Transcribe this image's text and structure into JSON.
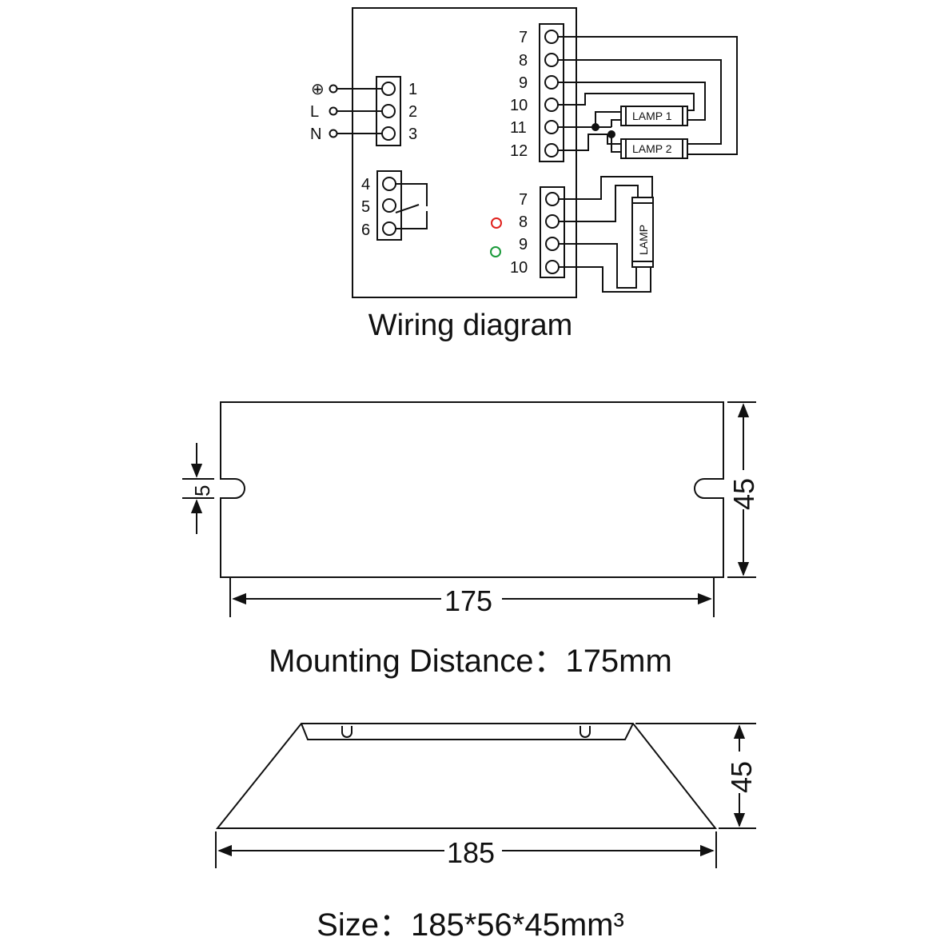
{
  "wiring": {
    "caption": "Wiring diagram",
    "input_pins": [
      "1",
      "2",
      "3"
    ],
    "input_labels": [
      "⊕",
      "L",
      "N"
    ],
    "relay_pins": [
      "4",
      "5",
      "6"
    ],
    "two_lamp_pins": [
      "7",
      "8",
      "9",
      "10",
      "11",
      "12"
    ],
    "one_lamp_pins": [
      "7",
      "8",
      "9",
      "10"
    ],
    "lamp1_label": "LAMP 1",
    "lamp2_label": "LAMP 2",
    "lamp_label": "LAMP",
    "indicator_colors": {
      "red": "#e0201c",
      "green": "#1a9a3a"
    }
  },
  "mounting": {
    "caption": "Mounting  Distance：175mm",
    "width_dim": "175",
    "height_dim": "45",
    "slot_dim": "5"
  },
  "size": {
    "caption": "Size：185*56*45mm³",
    "width_dim": "185",
    "height_dim": "45"
  }
}
